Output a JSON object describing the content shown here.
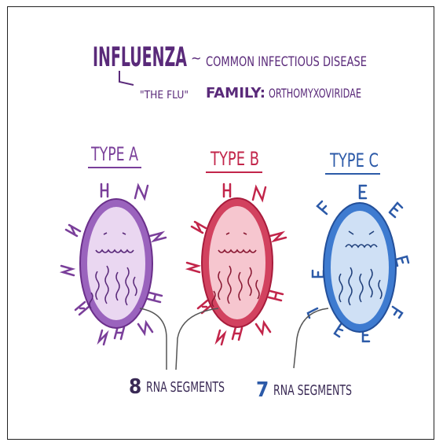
{
  "title": {
    "word": "INFLUENZA",
    "tilde": "~",
    "description": "COMMON INFECTIOUS DISEASE",
    "nickname": "\"THE FLU\"",
    "family_label": "FAMILY:",
    "family_value": "ORTHOMYXOVIRIDAE"
  },
  "viruses": [
    {
      "label": "TYPE A",
      "color": "#7a3f9a",
      "fill": "#ead7f1",
      "ring": "#9a63bd",
      "spike_letter": "H/N"
    },
    {
      "label": "TYPE B",
      "color": "#c2254a",
      "fill": "#f6c6cf",
      "ring": "#d2425f",
      "spike_letter": "H/N"
    },
    {
      "label": "TYPE C",
      "color": "#2c5aa8",
      "fill": "#cfe0f5",
      "ring": "#3e7bd0",
      "spike_letter": "E"
    }
  ],
  "segments": [
    {
      "number": "8",
      "text": "RNA SEGMENTS",
      "number_color": "#3a2a55"
    },
    {
      "number": "7",
      "text": "RNA SEGMENTS",
      "number_color": "#2c5aa8"
    }
  ],
  "colors": {
    "title_purple": "#5a2a7a",
    "text_dark": "#3a2a55",
    "pointer_line": "#555555"
  }
}
